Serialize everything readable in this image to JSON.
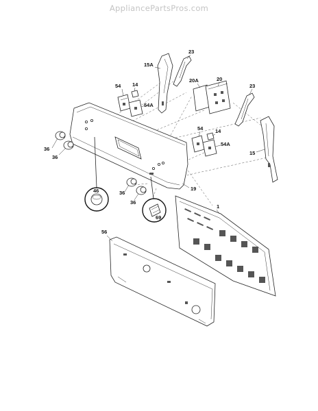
{
  "watermark": "AppliancePartsPros.com",
  "labels": {
    "l23a": "23",
    "l15A": "15A",
    "l20A": "20A",
    "l20": "20",
    "l23b": "23",
    "l54a": "54",
    "l14a": "14",
    "l54Aa": "54A",
    "l54b": "54",
    "l14b": "14",
    "l54Ab": "54A",
    "l15": "15",
    "l36a": "36",
    "l36b": "36",
    "l36c": "36",
    "l36d": "36",
    "l19": "19",
    "l46": "46",
    "l69": "69",
    "l1": "1",
    "l56": "56"
  }
}
